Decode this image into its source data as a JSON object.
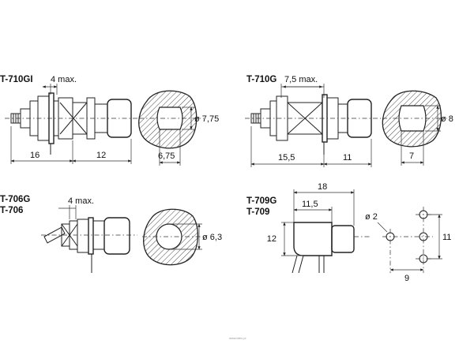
{
  "figures": {
    "t710gi": {
      "model": "T-710GI",
      "dims": {
        "panel": "4 max.",
        "left": "16",
        "right": "12",
        "hole_width": "6,75",
        "hole_diameter": "ø 7,75"
      }
    },
    "t710g": {
      "model": "T-710G",
      "dims": {
        "panel": "7,5 max.",
        "left": "15,5",
        "right": "11",
        "hole_width": "7",
        "hole_diameter": "ø 8"
      }
    },
    "t706": {
      "models": [
        "T-706G",
        "T-706"
      ],
      "dims": {
        "panel": "4 max.",
        "hole_diameter": "ø 6,3"
      }
    },
    "t709": {
      "models": [
        "T-709G",
        "T-709"
      ],
      "dims": {
        "length": "18",
        "body": "11,5",
        "height": "12",
        "pin_diameter": "ø 2",
        "pitch_v": "11",
        "pitch_h": "9"
      }
    }
  },
  "watermark": "www.tdex.pl"
}
